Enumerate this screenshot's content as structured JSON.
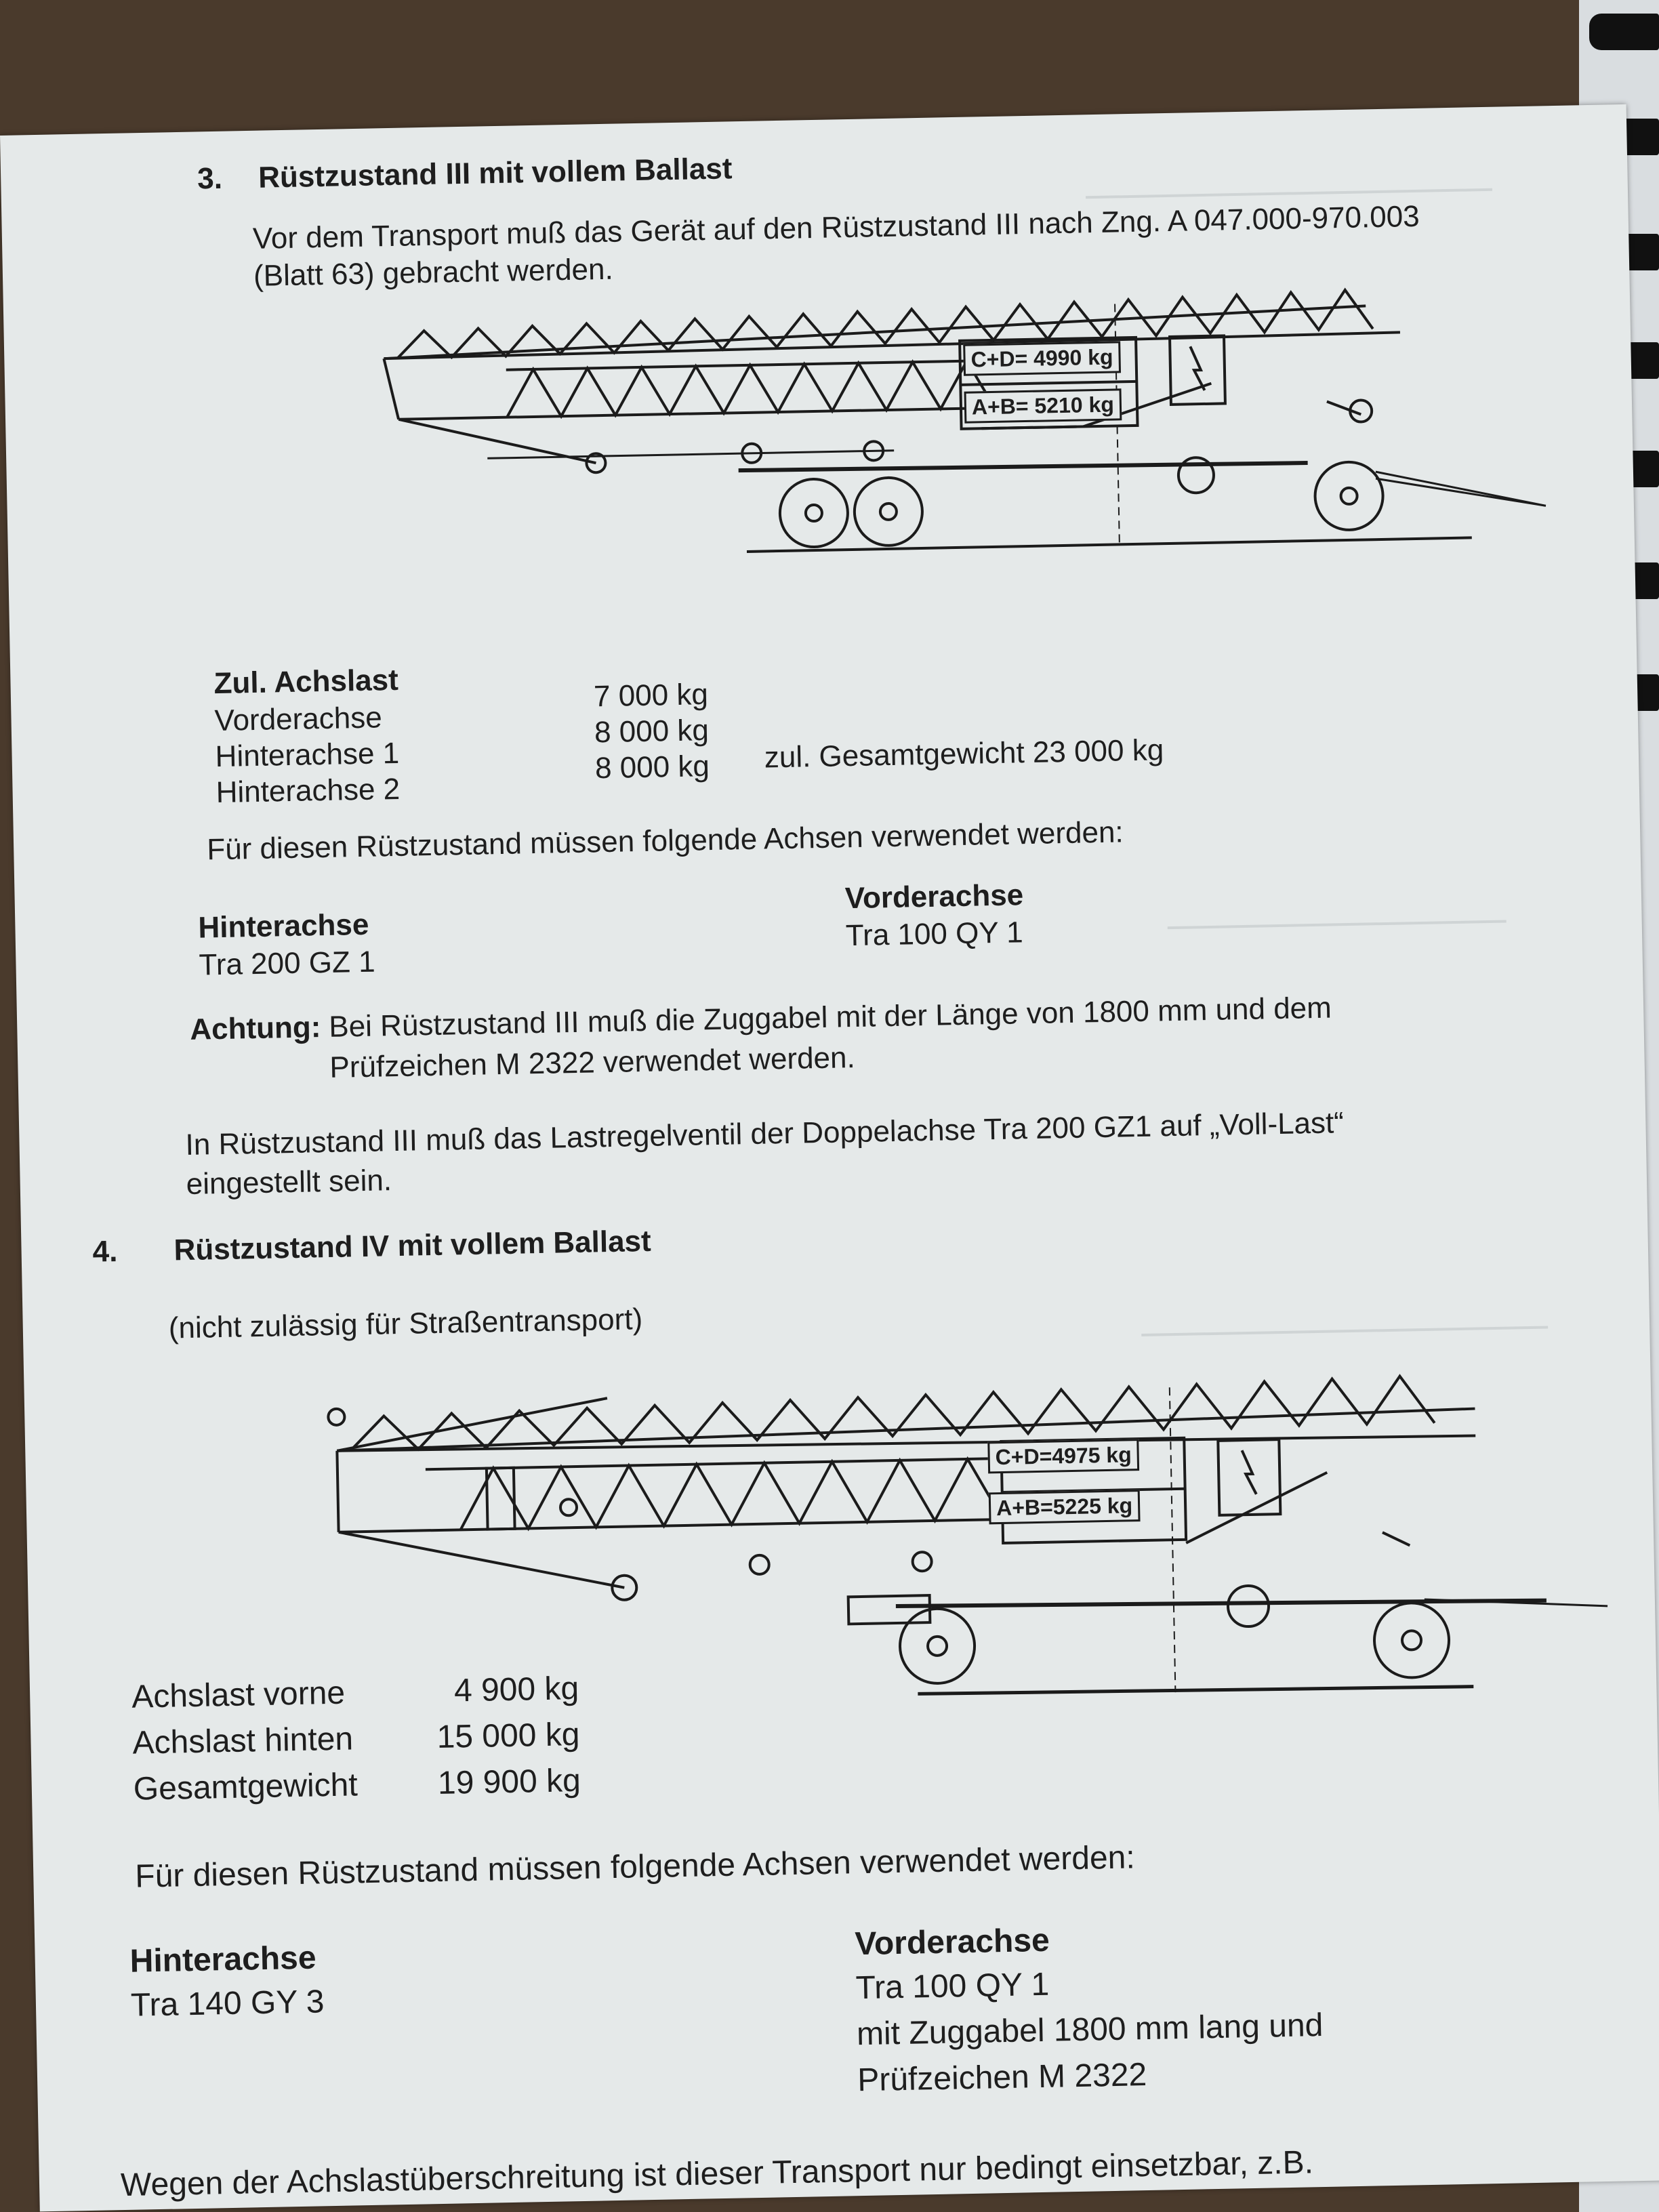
{
  "section3": {
    "number": "3.",
    "heading": "Rüstzustand III mit vollem Ballast",
    "intro_line1": "Vor dem Transport muß das Gerät auf den Rüstzustand III nach Zng. A 047.000-970.003",
    "intro_line2": "(Blatt 63) gebracht werden.",
    "diagram": {
      "label_cd": "C+D= 4990 kg",
      "label_ab": "A+B= 5210 kg"
    },
    "axle_title": "Zul. Achslast",
    "axles": [
      {
        "name": "Vorderachse",
        "value": "7 000 kg"
      },
      {
        "name": "Hinterachse 1",
        "value": "8 000 kg"
      },
      {
        "name": "Hinterachse 2",
        "value": "8 000 kg"
      }
    ],
    "total": "zul. Gesamtgewicht 23 000 kg",
    "axles_required": "Für diesen Rüstzustand müssen folgende Achsen verwendet werden:",
    "rear_title": "Hinterachse",
    "rear_value": "Tra 200 GZ 1",
    "front_title": "Vorderachse",
    "front_value": "Tra 100 QY 1",
    "warning_label": "Achtung:",
    "warning_line1": "Bei Rüstzustand III muß die Zuggabel mit der Länge von 1800 mm und dem",
    "warning_line2": "Prüfzeichen M 2322 verwendet werden.",
    "note_line1": "In Rüstzustand III muß das Lastregelventil der Doppelachse Tra 200 GZ1 auf „Voll-Last“",
    "note_line2": "eingestellt sein."
  },
  "section4": {
    "number": "4.",
    "heading": "Rüstzustand IV mit vollem Ballast",
    "subtitle": "(nicht zulässig für Straßentransport)",
    "diagram": {
      "label_cd": "C+D=4975 kg",
      "label_ab": "A+B=5225 kg"
    },
    "loads": [
      {
        "name": "Achslast vorne",
        "value": "4 900 kg"
      },
      {
        "name": "Achslast hinten",
        "value": "15 000 kg"
      },
      {
        "name": "Gesamtgewicht",
        "value": "19 900 kg"
      }
    ],
    "axles_required": "Für diesen Rüstzustand müssen folgende Achsen verwendet werden:",
    "rear_title": "Hinterachse",
    "rear_value": "Tra 140 GY 3",
    "front_title": "Vorderachse",
    "front_value": "Tra 100 QY 1",
    "front_line2": "mit Zuggabel 1800 mm lang und",
    "front_line3": "Prüfzeichen M 2322",
    "footer": "Wegen der Achslastüberschreitung ist dieser Transport nur bedingt einsetzbar, z.B."
  }
}
